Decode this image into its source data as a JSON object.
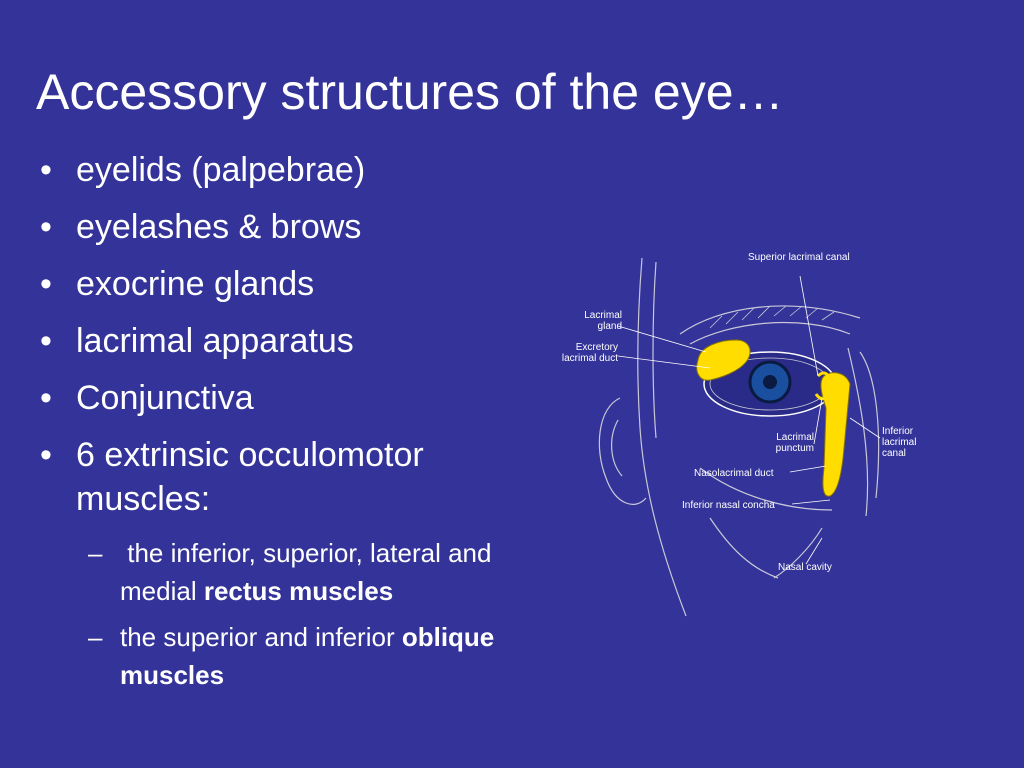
{
  "slide": {
    "title": "Accessory structures of the eye…",
    "bullet_symbol": "•",
    "sub_symbol": "–",
    "bullets": [
      "eyelids (palpebrae)",
      "eyelashes & brows",
      "exocrine glands",
      "lacrimal apparatus",
      "Conjunctiva",
      "6 extrinsic occulomotor muscles:"
    ],
    "sub_bullets": [
      {
        "text": " the inferior, superior, lateral and medial ",
        "bold": "rectus muscles"
      },
      {
        "text": "the superior and inferior ",
        "bold": "oblique muscles"
      }
    ]
  },
  "figure": {
    "labels": {
      "superior_canal": "Superior lacrimal canal",
      "lacrimal_gland": "Lacrimal gland",
      "excretory_duct": "Excretory lacrimal duct",
      "inferior_canal": "Inferior lacrimal canal",
      "punctum": "Lacrimal punctum",
      "nasolacrimal_duct": "Nasolacrimal duct",
      "inferior_nasal_concha": "Inferior nasal concha",
      "nasal_cavity": "Nasal cavity"
    },
    "colors": {
      "gland": "#ffdd00",
      "iris": "#1a4fa0",
      "lines": "#c8c8d8"
    }
  }
}
